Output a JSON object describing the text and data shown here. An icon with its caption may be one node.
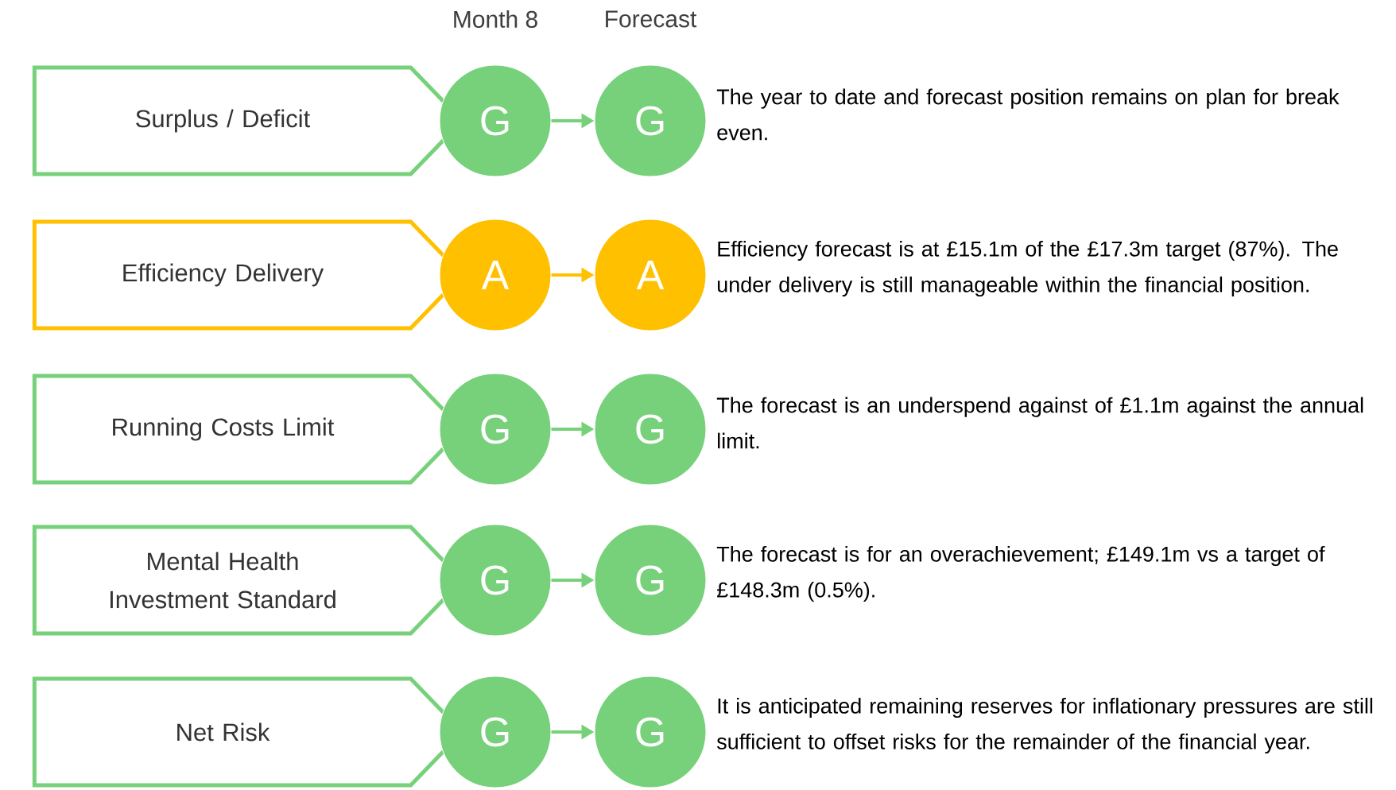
{
  "diagram": {
    "nodes": [
      {
        "text": [
          "Surplus / Deficit"
        ]
      },
      {
        "text": [
          "G"
        ]
      },
      {
        "text": [
          "G"
        ],
        "beside": [
          "The year to date and forecast position remains on plan for break even."
        ]
      },
      {
        "text": [
          "Efficiency Delivery"
        ]
      },
      {
        "text": [
          "A"
        ]
      },
      {
        "text": [
          "A"
        ],
        "beside": [
          "Efficiency forecast is at £15.1m of the £17.3m target (87%). The under delivery is still manageable within the financial position."
        ]
      },
      {
        "text": [
          "Running Costs Limit"
        ]
      },
      {
        "text": [
          "G"
        ]
      },
      {
        "text": [
          "G"
        ],
        "beside": [
          "The forecast is an underspend against of £1.1m against the annual limit."
        ]
      },
      {
        "text": [
          "Mental Health Investment Standard"
        ]
      },
      {
        "text": [
          "G"
        ]
      },
      {
        "text": [
          "G"
        ],
        "beside": [
          "The forecast is for an overachievement; £149.1m vs a target of £148.3m (0.5%)."
        ]
      },
      {
        "text": [
          "Net Risk"
        ]
      },
      {
        "text": [
          "G"
        ]
      },
      {
        "text": [
          "G"
        ],
        "beside": [
          "It is anticipated remaining reserves for inflationary pressures are still sufficient to offset risks for the remainder of the financial year."
        ]
      }
    ],
    "edges": [
      {
        "from": 1,
        "to": 2,
        "arrow": "to"
      },
      {
        "from": 4,
        "to": 5,
        "arrow": "to",
        "color": "#ffc000"
      },
      {
        "from": 7,
        "to": 8,
        "arrow": "to"
      },
      {
        "from": 10,
        "to": 11,
        "arrow": "to"
      },
      {
        "from": 13,
        "to": 14,
        "arrow": "to"
      }
    ],
    "labels": [
      "Month 8",
      "Forecast"
    ]
  }
}
